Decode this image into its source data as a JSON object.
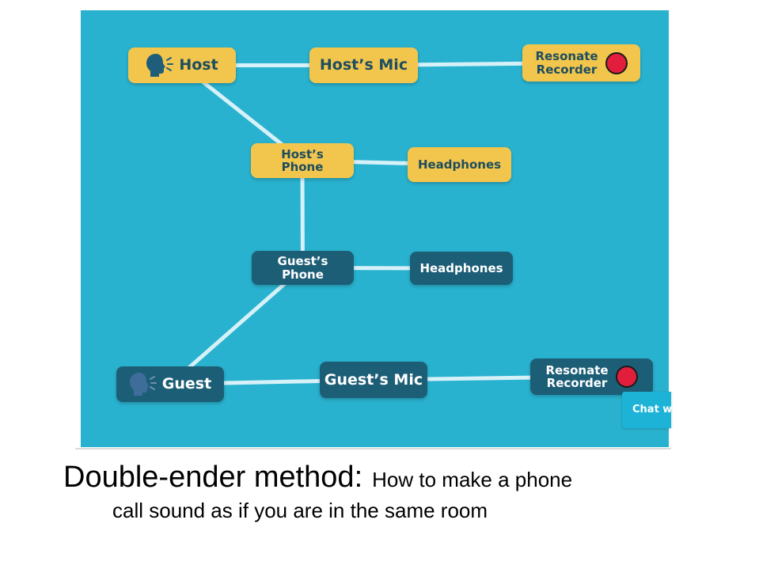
{
  "diagram": {
    "colors": {
      "background": "#29b2cf",
      "host_side": "#f2c64d",
      "guest_side": "#1d5e77",
      "connector": "#d6f1f8",
      "record_button": "#e11e3c"
    },
    "nodes": {
      "host": {
        "label": "Host",
        "icon": "speaking-head-icon"
      },
      "host_mic": {
        "label": "Host’s Mic"
      },
      "host_recorder": {
        "label": "Resonate\nRecorder",
        "icon": "record-button-icon"
      },
      "host_phone": {
        "label": "Host’s\nPhone"
      },
      "host_headphones": {
        "label": "Headphones"
      },
      "guest_phone": {
        "label": "Guest’s\nPhone"
      },
      "guest_headphones": {
        "label": "Headphones"
      },
      "guest": {
        "label": "Guest",
        "icon": "speaking-head-icon"
      },
      "guest_mic": {
        "label": "Guest’s Mic"
      },
      "guest_recorder": {
        "label": "Resonate\nRecorder",
        "icon": "record-button-icon"
      }
    },
    "connections": [
      [
        "host",
        "host_mic"
      ],
      [
        "host_mic",
        "host_recorder"
      ],
      [
        "host",
        "host_phone"
      ],
      [
        "host_phone",
        "host_headphones"
      ],
      [
        "host_phone",
        "guest_phone"
      ],
      [
        "guest_phone",
        "guest_headphones"
      ],
      [
        "guest_phone",
        "guest"
      ],
      [
        "guest",
        "guest_mic"
      ],
      [
        "guest_mic",
        "guest_recorder"
      ]
    ]
  },
  "chat_widget": {
    "label": "Chat wi"
  },
  "caption": {
    "title": "Double-ender method:",
    "subtitle_line1": "How to make a phone",
    "subtitle_line2": "call sound as if you are in the same room"
  }
}
